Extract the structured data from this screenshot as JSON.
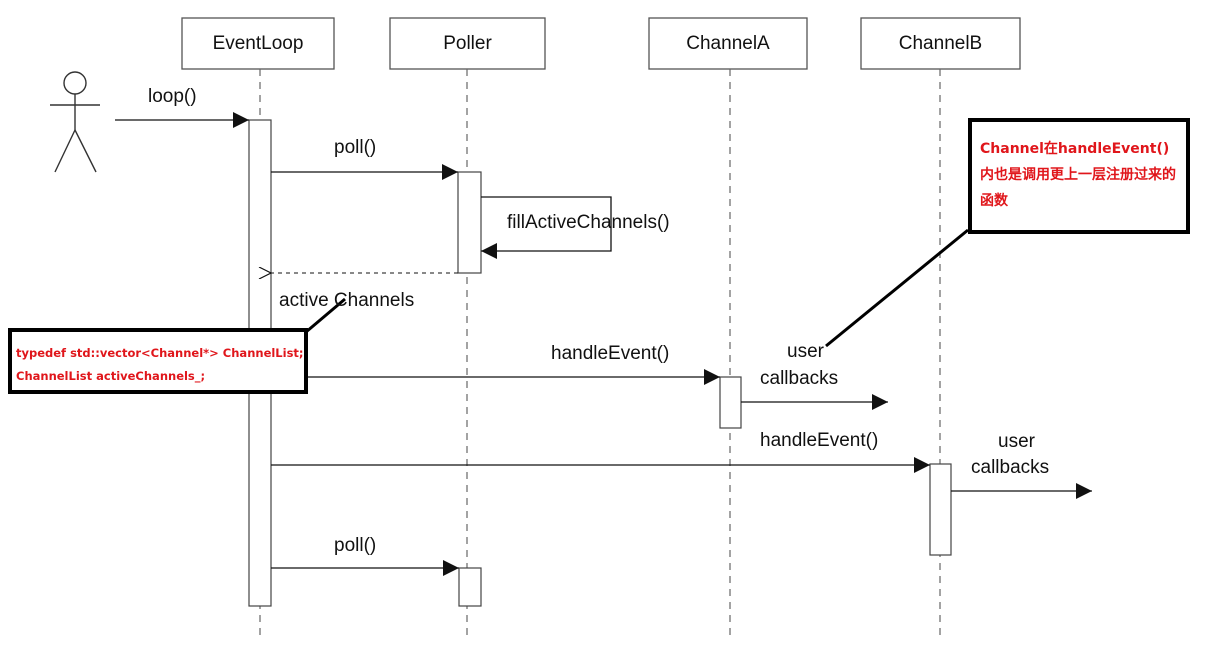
{
  "participants": {
    "eventloop": "EventLoop",
    "poller": "Poller",
    "channel_a": "ChannelA",
    "channel_b": "ChannelB"
  },
  "messages": {
    "loop": "loop()",
    "poll_1": "poll()",
    "fill_active_channels": "fillActiveChannels()",
    "active_channels": "active Channels",
    "handle_event_a": "handleEvent()",
    "user_callbacks_a_line1": "user",
    "user_callbacks_a_line2": "callbacks",
    "handle_event_b": "handleEvent()",
    "user_callbacks_b_line1": "user",
    "user_callbacks_b_line2": "callbacks",
    "poll_2": "poll()"
  },
  "notes": {
    "channel_note": "Channel在handleEvent()内也是调用更上一层注册过来的函数",
    "typedef_line1": "typedef std::vector<Channel*>  ChannelList;",
    "typedef_line2": "ChannelList activeChannels_;"
  },
  "colors": {
    "annotation_red": "#e0161b",
    "line": "#111111"
  }
}
